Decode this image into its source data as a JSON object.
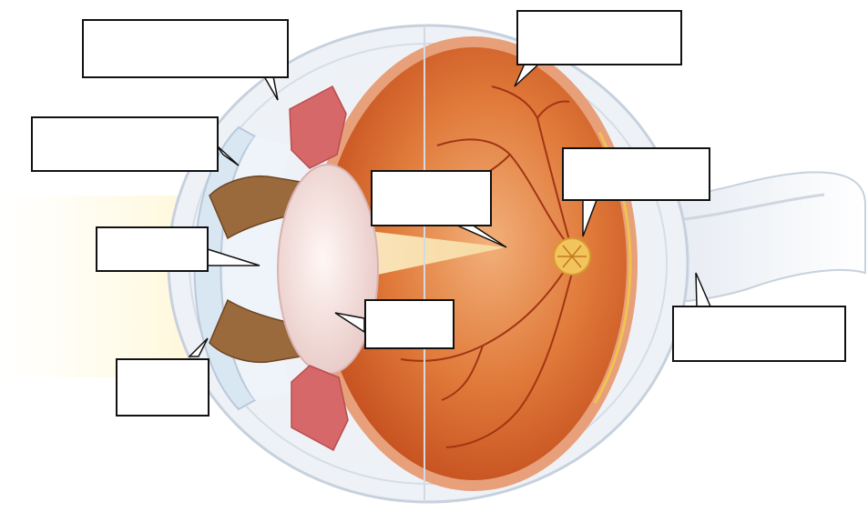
{
  "diagram": {
    "subject": "eye-cross-section",
    "labels": [
      {
        "id": "label-1",
        "text": ""
      },
      {
        "id": "label-2",
        "text": ""
      },
      {
        "id": "label-3",
        "text": ""
      },
      {
        "id": "label-4",
        "text": ""
      },
      {
        "id": "label-5",
        "text": ""
      },
      {
        "id": "label-6",
        "text": ""
      },
      {
        "id": "label-7",
        "text": ""
      },
      {
        "id": "label-8",
        "text": ""
      },
      {
        "id": "label-9",
        "text": ""
      }
    ],
    "colors": {
      "sclera": "#eef2f7",
      "sclera_edge": "#c7d1dd",
      "choroid": "#e7a07a",
      "retina_inner": "#e07a3a",
      "retina_dark": "#c44e1e",
      "vessels": "#a33414",
      "optic_disc": "#f3c45d",
      "lens": "#f2dede",
      "iris": "#9a6a3c",
      "cornea": "#d9e7f3",
      "ciliary": "#d6686a",
      "light_beam": "#f6dba0",
      "optic_nerve": "#e9edf3",
      "box_border": "#111111"
    }
  }
}
